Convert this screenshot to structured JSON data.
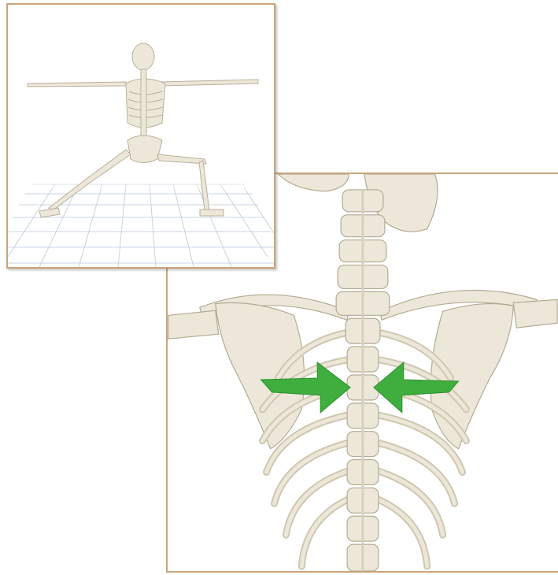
{
  "figure": {
    "inset": {
      "content": "full-skeleton-warrior-pose",
      "grid_floor": true
    },
    "detail": {
      "content": "upper-back-scapulae-closeup",
      "arrows": [
        {
          "direction": "right",
          "color": "#3fae3f"
        },
        {
          "direction": "left",
          "color": "#3fae3f"
        }
      ]
    },
    "colors": {
      "frame": "#c8a57c",
      "bone": "#ece7d8",
      "bone_shade": "#c9c1aa",
      "grid": "#b9c8dc",
      "arrow": "#3fae3f"
    }
  }
}
